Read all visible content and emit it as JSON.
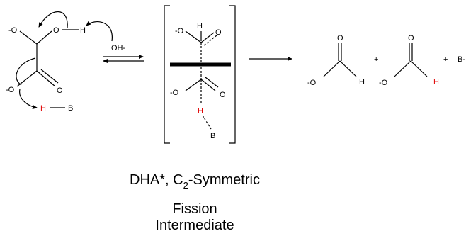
{
  "atoms": {
    "r_o1": "-O",
    "r_o2": "O",
    "r_h1": "H",
    "r_oh": "OH-",
    "r_o3": "-O",
    "r_o4": "O",
    "r_h2": "H",
    "r_b": "B",
    "i_h": "H",
    "i_o1": "-O",
    "i_o2": "O",
    "i_o3": "-O",
    "i_o4": "O",
    "i_h2": "H",
    "i_b": "B",
    "p1_o": "O",
    "p1_om": "-O",
    "p1_h": "H",
    "plus1": "+",
    "p2_o": "O",
    "p2_om": "-O",
    "p2_h": "H",
    "plus2": "+",
    "p_b": "B-"
  },
  "caption": {
    "line1_pre": "DHA*, C",
    "line1_sub": "2",
    "line1_post": "-Symmetric",
    "line2": "Fission",
    "line3": "Intermediate"
  },
  "colors": {
    "transferred_hydrogen": "#e00000",
    "bond": "#000000"
  }
}
